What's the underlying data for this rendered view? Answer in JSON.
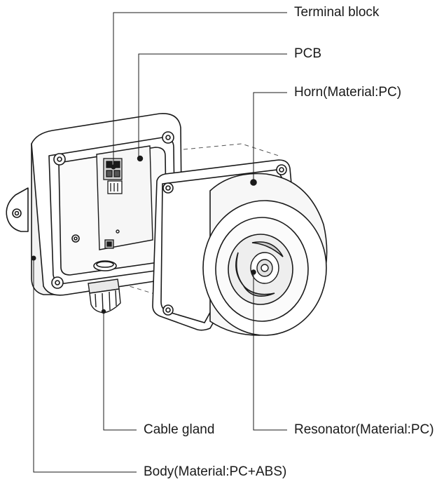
{
  "labels": {
    "terminal_block": "Terminal block",
    "pcb": "PCB",
    "horn": "Horn(Material:PC)",
    "cable_gland": "Cable gland",
    "resonator": "Resonator(Material:PC)",
    "body": "Body(Material:PC+ABS)"
  },
  "colors": {
    "stroke": "#1a1a1a",
    "dashed": "#555555",
    "fill": "#ffffff",
    "shade": "#e6e6e6"
  }
}
